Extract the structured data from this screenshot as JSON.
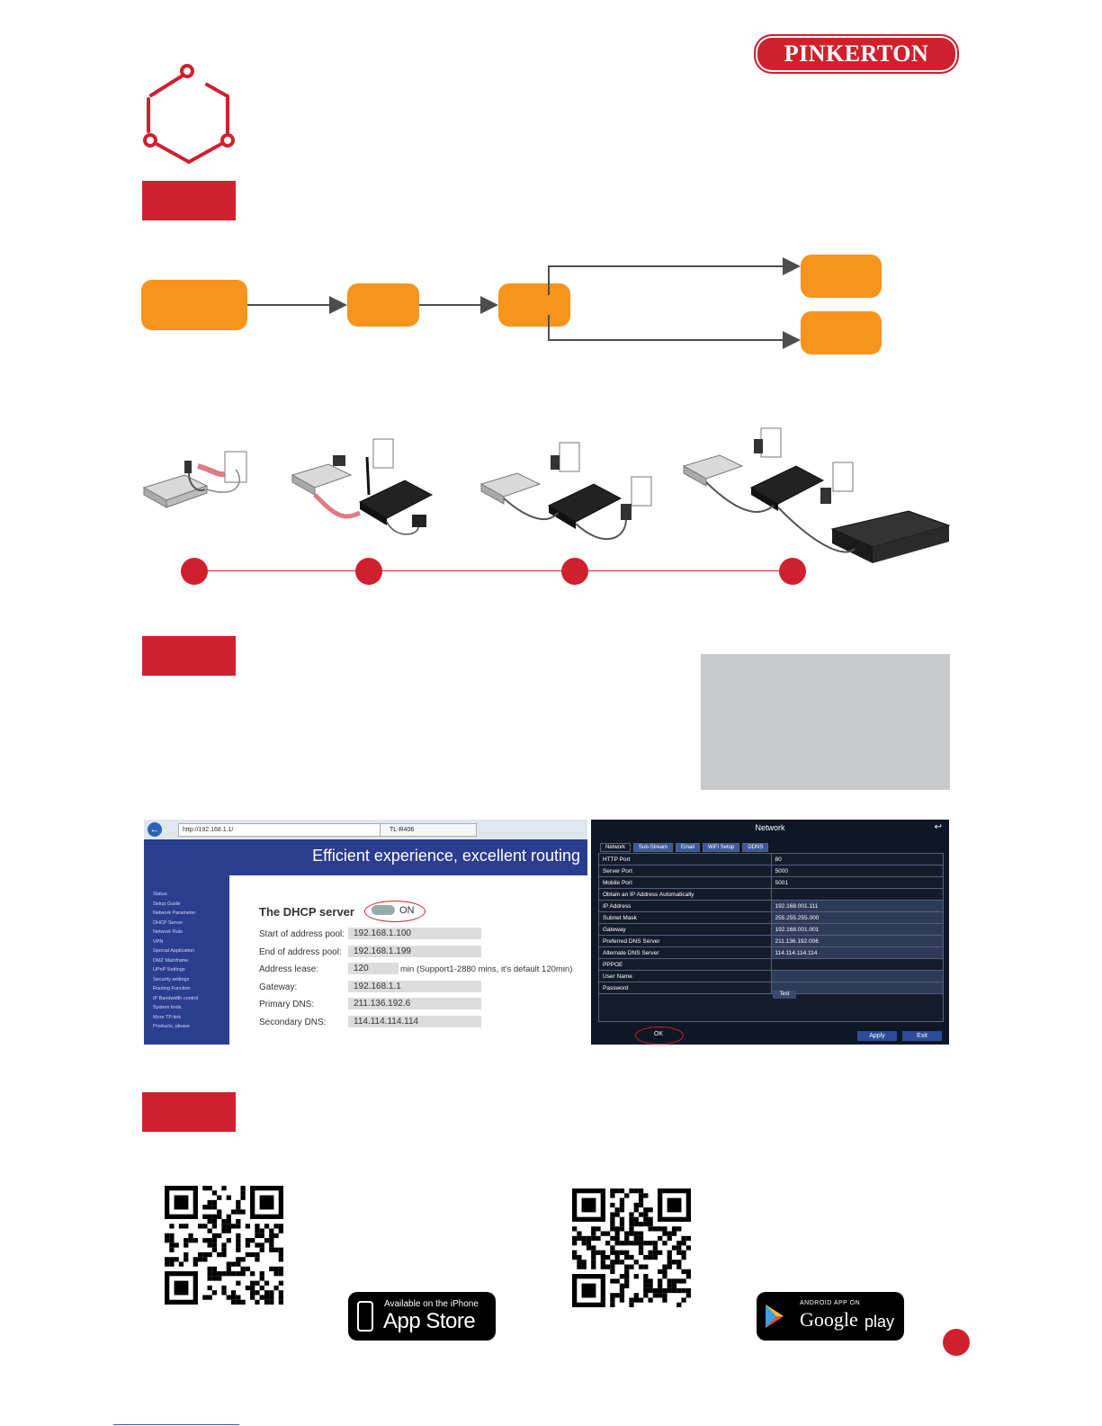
{
  "brand": {
    "name": "PINKERTON",
    "color": "#d0202e"
  },
  "icon": {
    "name": "hexagon-network-icon"
  },
  "flow": {
    "color": "#f7941d",
    "arrow_color": "#4d4d4d"
  },
  "setup_diagram": {
    "steps": 4
  },
  "router_page": {
    "url": "http://192.168.1.1/",
    "tab": "TL-R406",
    "banner": "Efficient experience, excellent routing",
    "nav_items": [
      "Status",
      "Setup Guide",
      "Network Parameter",
      "DHCP Server",
      "Network Rule",
      "VPN",
      "Special Application",
      "DMZ Mainframe",
      "UPnP Settings",
      "Security settings",
      "Routing Function",
      "IP Bandwidth control",
      "System tools",
      "More TP-link",
      "Products, please"
    ],
    "dhcp_label": "The DHCP server",
    "toggle": "ON",
    "fields": [
      {
        "label": "Start of address pool:",
        "value": "192.168.1.100"
      },
      {
        "label": "End  of address pool:",
        "value": "192.168.1.199"
      },
      {
        "label": "Address lease:",
        "value": "120",
        "suffix": "min (Support1-2880 mins, it's default 120min)"
      },
      {
        "label": "Gateway:",
        "value": "192.168.1.1"
      },
      {
        "label": "Primary DNS:",
        "value": "211.136.192.6"
      },
      {
        "label": "Secondary DNS:",
        "value": "114.114.114.114"
      }
    ]
  },
  "nvr_page": {
    "title": "Network",
    "tabs": [
      "Network",
      "Sub-Stream",
      "Email",
      "WiFi Setup",
      "DDNS"
    ],
    "rows": [
      {
        "label": "HTTP Port",
        "value": "80"
      },
      {
        "label": "Server Port",
        "value": "5000"
      },
      {
        "label": "Mobile Port",
        "value": "5001"
      },
      {
        "label": "Obtain an IP Address Automatically",
        "value": ""
      },
      {
        "label": "IP Address",
        "value": "192.168.001.111"
      },
      {
        "label": "Subnet Mask",
        "value": "255.255.255.000"
      },
      {
        "label": "Gateway",
        "value": "192.168.001.001"
      },
      {
        "label": "Preferred DNS Server",
        "value": "211.136.192.006"
      },
      {
        "label": "Alternate DNS Server",
        "value": "114.114.114.114"
      },
      {
        "label": "PPPOE",
        "value": ""
      },
      {
        "label": "User Name",
        "value": ""
      },
      {
        "label": "Password",
        "value": ""
      }
    ],
    "test_label": "Test",
    "ok_label": "OK",
    "apply_label": "Apply",
    "exit_label": "Exit"
  },
  "apps": {
    "ios": {
      "line1": "Available on the iPhone",
      "line2": "App Store"
    },
    "android": {
      "line1": "ANDROID APP ON",
      "line2": "Google",
      "line3": "play"
    }
  }
}
